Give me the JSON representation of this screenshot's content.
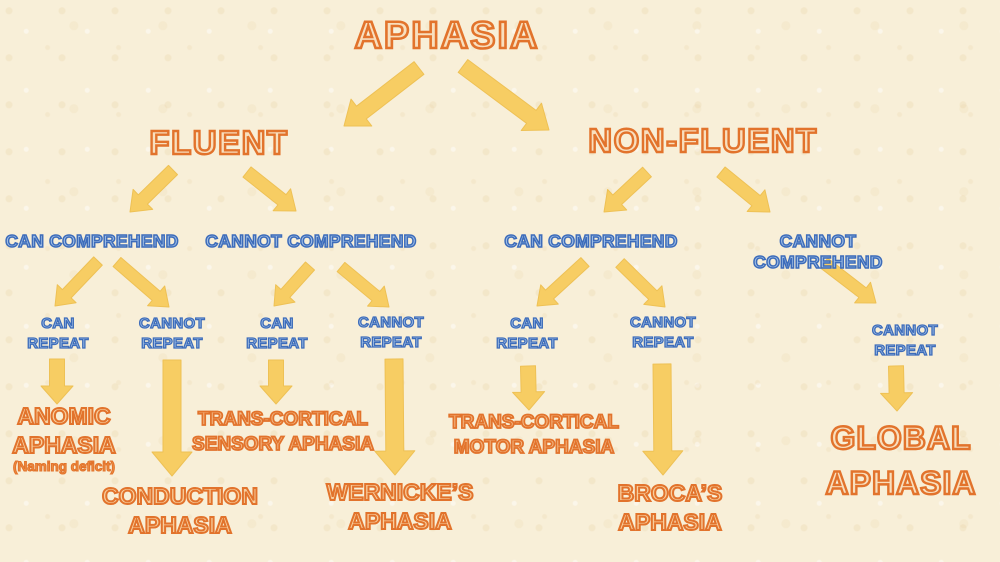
{
  "colors": {
    "background": "#f8efd8",
    "arrow": "#f7cd63",
    "arrow_edge": "#eec155",
    "orange_stroke": "#e2732c",
    "orange_fill_light": "#f8dfbe",
    "orange_fill_mid": "#f8cf9e",
    "orange_fill_deep": "#f5bd8a",
    "orange_fill_note": "#f09246",
    "blue_stroke": "#3d6cba",
    "blue_fill": "#a2c0e6"
  },
  "diagram": {
    "root": "APHASIA",
    "branches": {
      "fluent": "FLUENT",
      "non_fluent": "NON-FLUENT"
    },
    "comprehension": {
      "fluent_can": "CAN COMPREHEND",
      "fluent_cannot": "CANNOT COMPREHEND",
      "non_fluent_can": "CAN COMPREHEND",
      "non_fluent_cannot": "CANNOT COMPREHEND"
    },
    "repetition": {
      "fluent_can_can": "CAN\nREPEAT",
      "fluent_can_cannot": "CANNOT\nREPEAT",
      "fluent_cannot_can": "CAN\nREPEAT",
      "fluent_cannot_cannot": "CANNOT\nREPEAT",
      "non_fluent_can_can": "CAN\nREPEAT",
      "non_fluent_can_cannot": "CANNOT\nREPEAT",
      "non_fluent_cannot_cannot": "CANNOT\nREPEAT"
    },
    "outcomes": {
      "anomic": "ANOMIC\nAPHASIA",
      "anomic_note": "(Naming deficit)",
      "conduction": "CONDUCTION\nAPHASIA",
      "transcortical_sensory": "TRANS-CORTICAL\nSENSORY APHASIA",
      "wernickes": "WERNICKE’S\nAPHASIA",
      "transcortical_motor": "TRANS-CORTICAL\nMOTOR APHASIA",
      "brocas": "BROCA’S\nAPHASIA",
      "global": "GLOBAL\nAPHASIA"
    }
  }
}
